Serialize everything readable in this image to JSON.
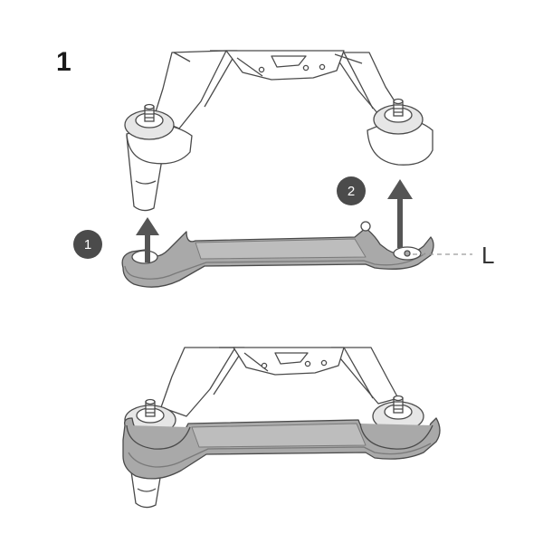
{
  "step": {
    "number": "1"
  },
  "callouts": {
    "badge_1": "1",
    "badge_2": "2",
    "part_label": "L"
  },
  "colors": {
    "outline": "#4a4a4a",
    "part_fill": "#a9a9a9",
    "part_dark": "#7a7a7a",
    "arrow": "#555555",
    "badge": "#4b4b4b",
    "motor": "#e6e6e6",
    "leader": "#9a9a9a"
  }
}
